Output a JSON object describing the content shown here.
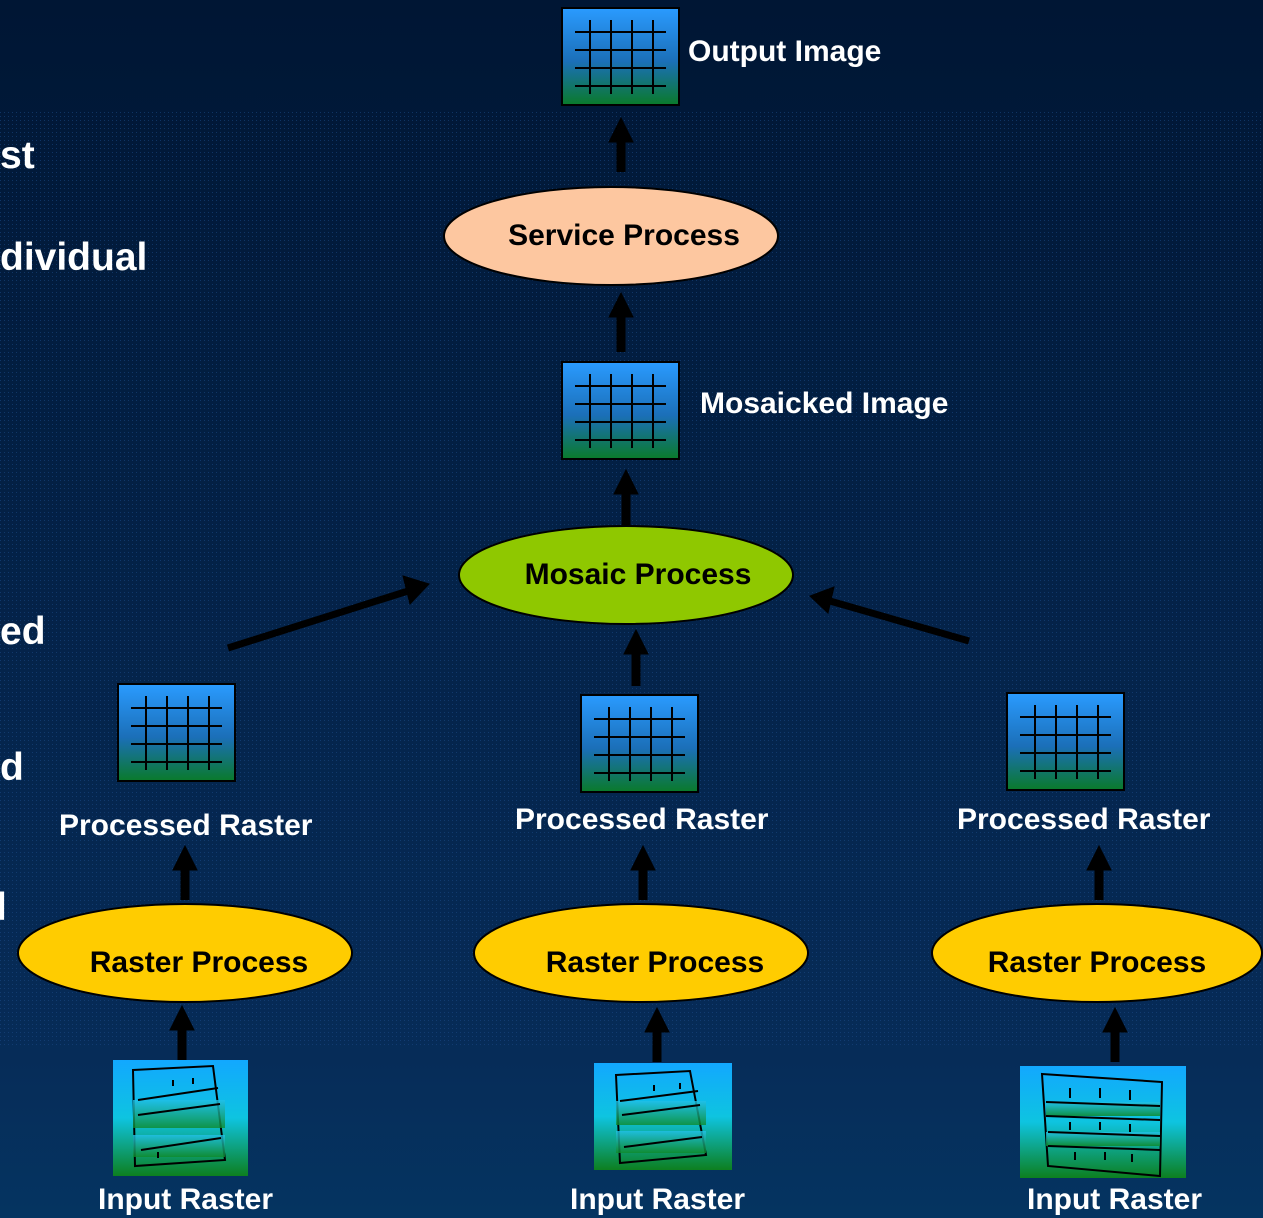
{
  "left_text_fragments": [
    "st",
    "dividual",
    "ed",
    "d",
    "l"
  ],
  "nodes": {
    "output_image": "Output Image",
    "service_process": "Service Process",
    "mosaicked_image": "Mosaicked Image",
    "mosaic_process": "Mosaic Process",
    "processed_raster": "Processed Raster",
    "raster_process": "Raster Process",
    "input_raster": "Input Raster"
  },
  "colors": {
    "background_top": "#06224d",
    "background_bottom": "#053461",
    "service_process_fill": "#fdc7a0",
    "mosaic_process_fill": "#8fc800",
    "raster_process_fill": "#ffcc00",
    "raster_icon_top": "#1e90ff",
    "raster_icon_bottom": "#0a6e1e"
  }
}
